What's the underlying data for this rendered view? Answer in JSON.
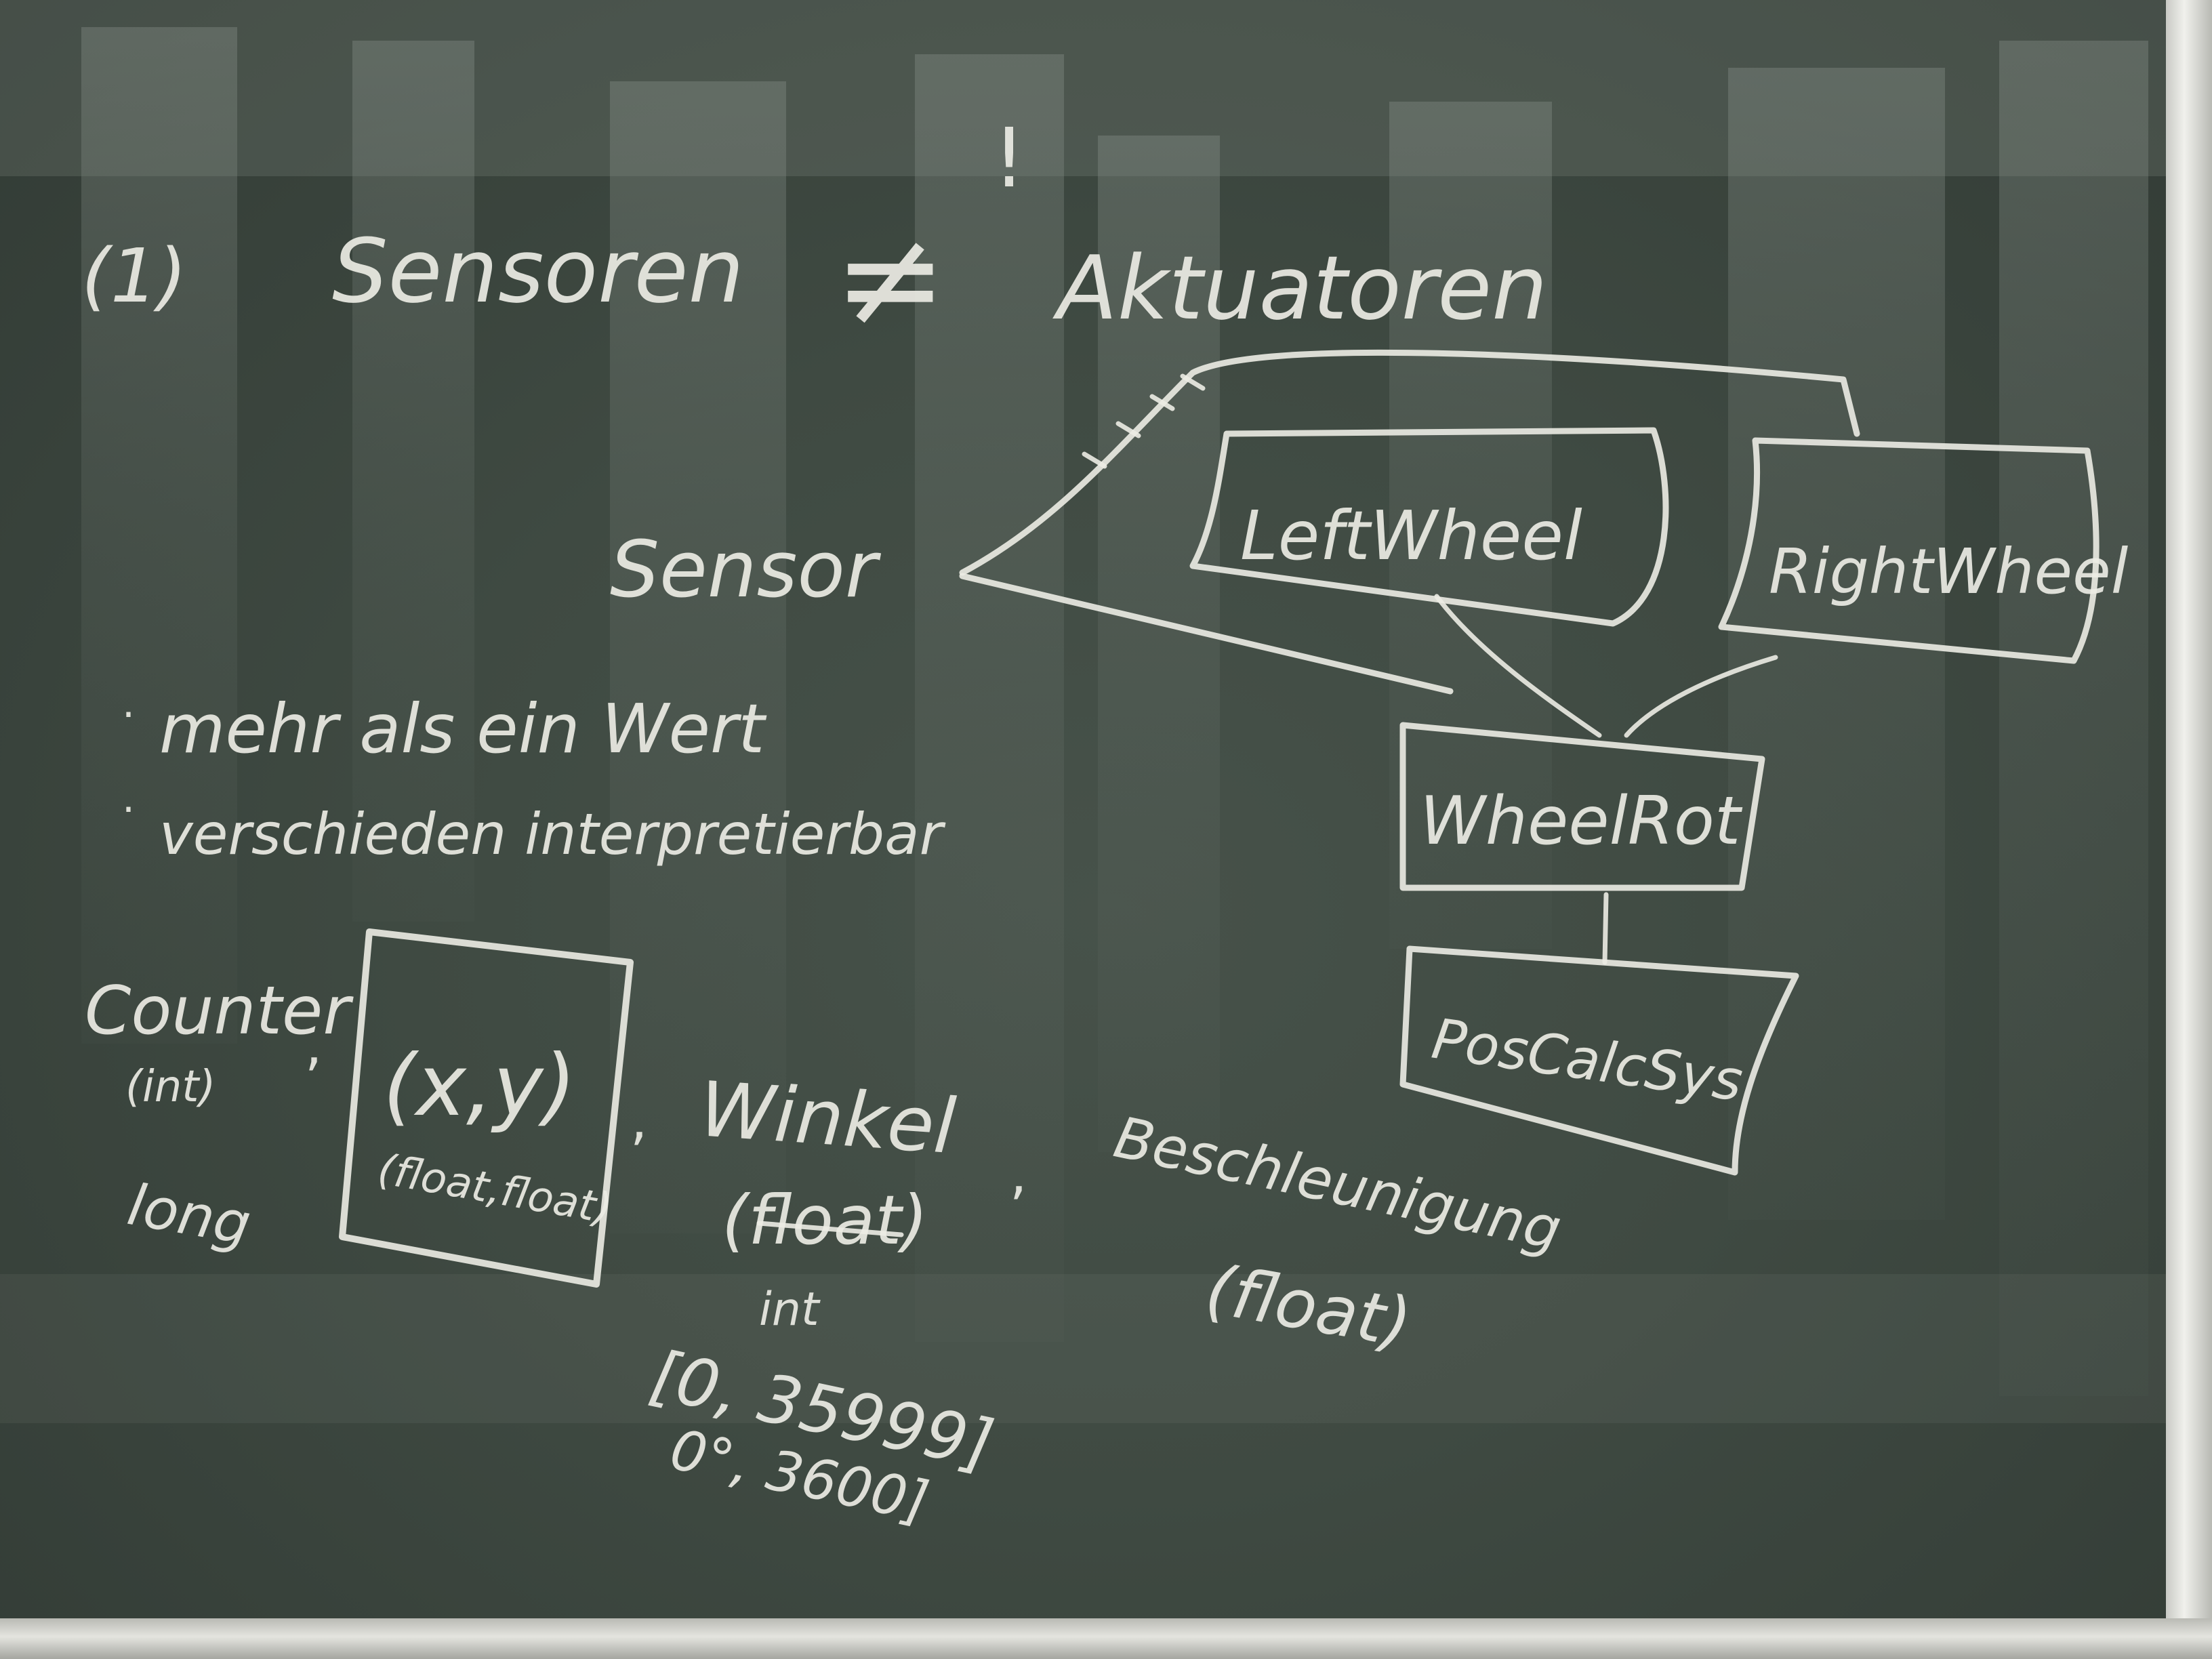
{
  "board": {
    "title_number": "(1)",
    "title_left": "Sensoren",
    "title_relation": "≠",
    "title_mark": "!",
    "title_right": "Aktuatoren"
  },
  "diagram": {
    "sensor": "Sensor",
    "left_wheel": "LeftWheel",
    "right_wheel": "RightWheel",
    "wheel_rot": "WheelRot",
    "pos_calc": "PosCalcSys"
  },
  "notes": {
    "bullet_1": "mehr als ein Wert",
    "bullet_2": "verschieden interpretierbar"
  },
  "examples": {
    "counter": "Counter",
    "counter_type": "(int)",
    "counter_alt": "long",
    "xy": "(x,y)",
    "xy_type": "(float,float)",
    "winkel": "Winkel",
    "winkel_type": "(float)",
    "winkel_alt": "int",
    "winkel_range_1": "[0, 35999]",
    "winkel_range_2": "0°, 3600]",
    "beschleunigung": "Beschleunigung",
    "beschleunigung_type": "(float)"
  },
  "colors": {
    "board": "#3f4a42",
    "chalk": "#ecece4",
    "frame": "#e4e4df"
  }
}
